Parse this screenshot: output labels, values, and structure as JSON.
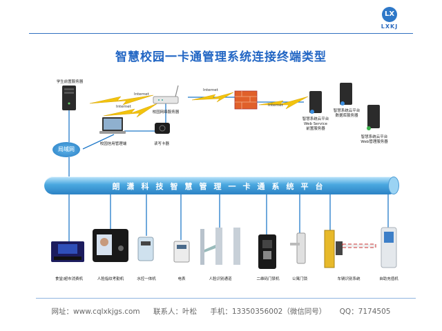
{
  "header": {
    "logo_mark": "LX",
    "logo_text": "LXKJ"
  },
  "title": "智慧校园一卡通管理系统连接终端类型",
  "top_nodes": {
    "front_server": "学生前置服务器",
    "gateway_server": "校园网络服务器",
    "client": "校园信用管理端",
    "reader": "读写卡器",
    "cloud_front": [
      "智慧系统云平台",
      "Web Service",
      "前置服务器"
    ],
    "cloud_db": [
      "智慧系统云平台",
      "数据库服务器"
    ],
    "cloud_web": [
      "智慧系统云平台",
      "Web管理服务器"
    ]
  },
  "network_labels": {
    "internet": "Internet"
  },
  "lan_label": "局域网",
  "platform_label": "朗潇科技智慧管理一卡通系统平台",
  "terminals": [
    {
      "label": "食堂/超市消费机"
    },
    {
      "label": "人脸指纹考勤机"
    },
    {
      "label": "水控一体机"
    },
    {
      "label": "电表"
    },
    {
      "label": "人脸识别通道"
    },
    {
      "label": "二维码门禁机"
    },
    {
      "label": "公寓门锁"
    },
    {
      "label": "车辆识别系统"
    },
    {
      "label": "自助充值机"
    }
  ],
  "footer": {
    "website": "网址：www.cqlxkjgs.com",
    "contact": "联系人：叶松",
    "phone": "手机：13350356002（微信同号）",
    "qq": "QQ：7174505"
  },
  "colors": {
    "accent": "#2266c4",
    "platform": "#3a95d6",
    "lightning": "#f2c30f",
    "firewall": "#e0602a"
  }
}
